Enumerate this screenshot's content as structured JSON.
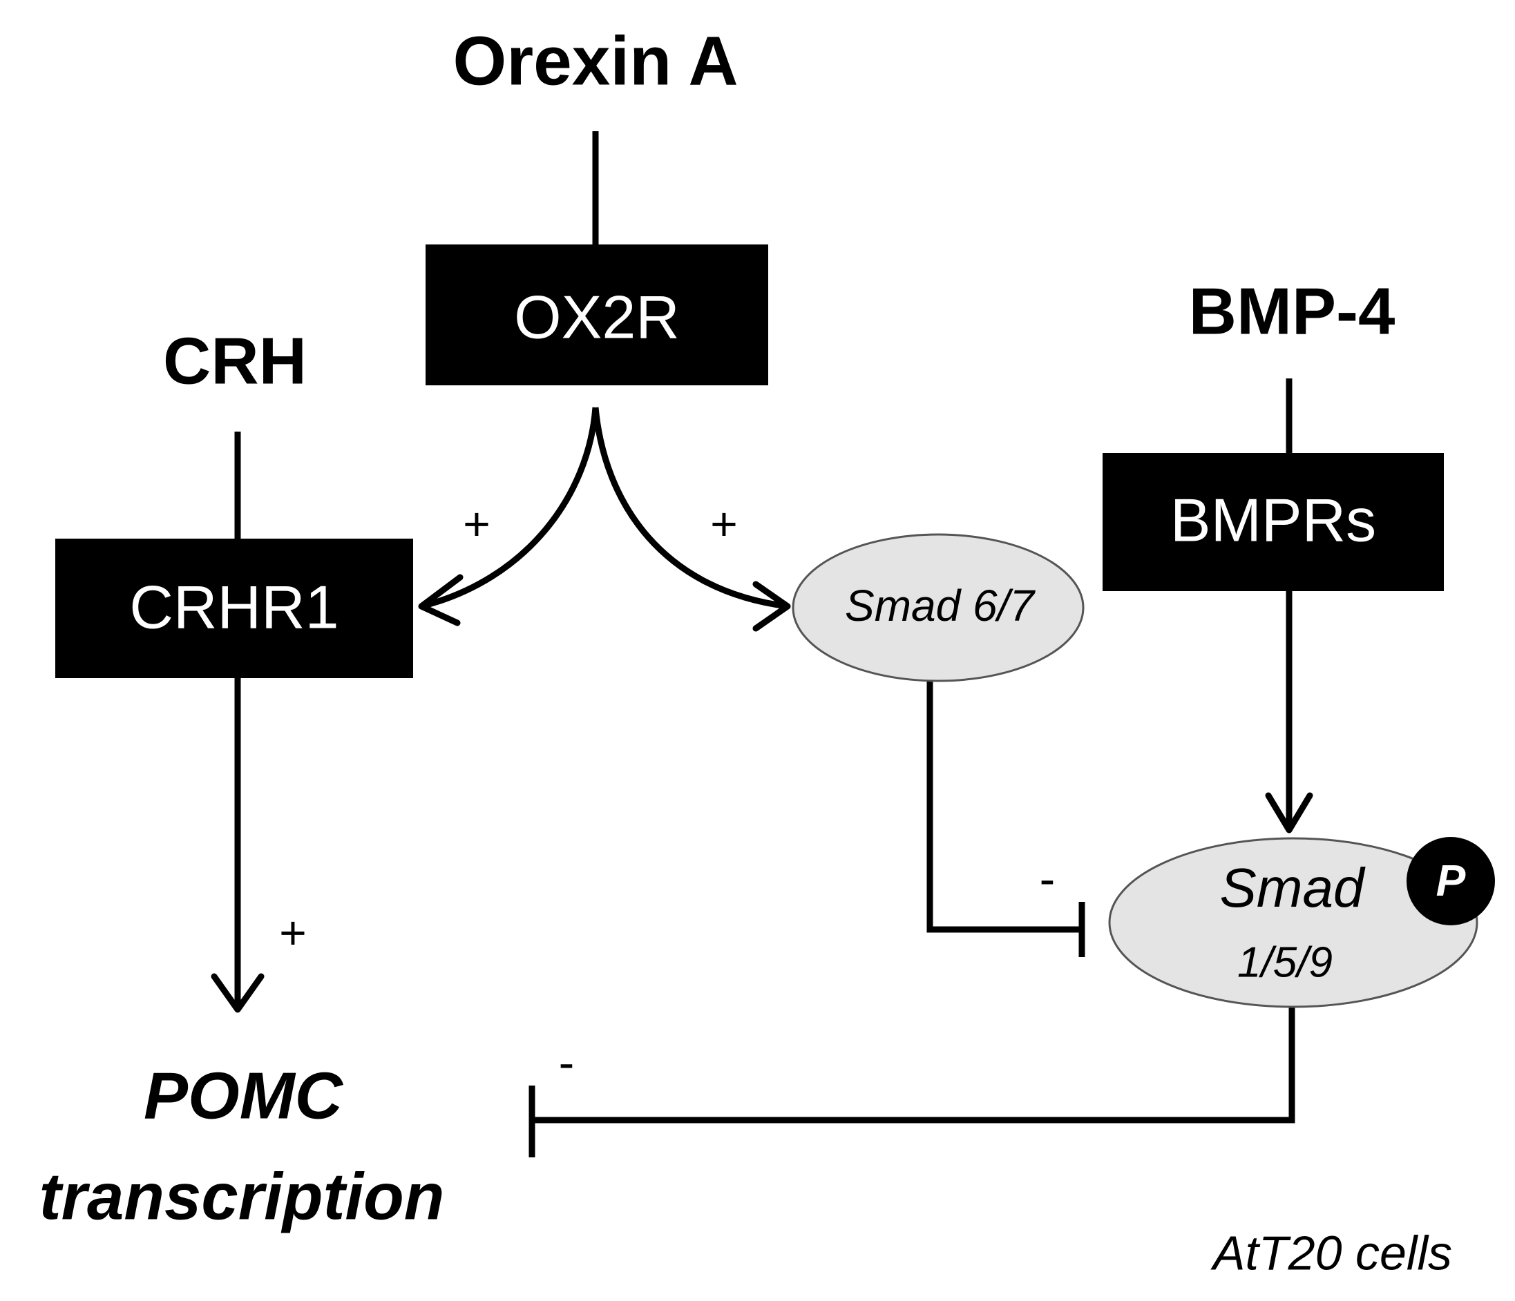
{
  "ligands": {
    "orexin": "Orexin A",
    "crh": "CRH",
    "bmp": "BMP-4"
  },
  "receptors": {
    "ox2r": "OX2R",
    "crhr1": "CRHR1",
    "bmprs": "BMPRs"
  },
  "smads": {
    "smad67": "Smad 6/7",
    "smad159_line1": "Smad",
    "smad159_line2": "1/5/9",
    "phospho": "P"
  },
  "target": {
    "line1": "POMC",
    "line2": "transcription"
  },
  "signs": {
    "ox2r_to_crhr1": "+",
    "ox2r_to_smad67": "+",
    "crhr1_to_pomc": "+",
    "smad67_inhibits_smad159": "-",
    "smad159_inhibits_pomc": "-"
  },
  "context": "AtT20 cells",
  "colors": {
    "box_fill": "#000000",
    "box_text": "#ffffff",
    "ellipse_fill": "#e4e4e4",
    "ellipse_stroke": "#555555"
  }
}
